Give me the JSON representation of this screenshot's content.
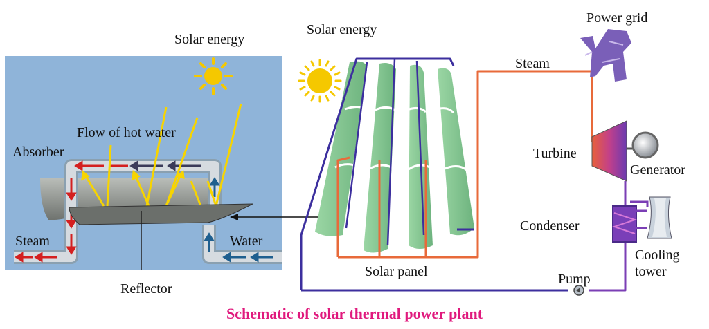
{
  "labels": {
    "solar_energy_left": "Solar energy",
    "solar_energy_right": "Solar energy",
    "flow_of_hot_water": "Flow of hot water",
    "absorber": "Absorber",
    "steam_left": "Steam",
    "water": "Water",
    "reflector": "Reflector",
    "solar_panel": "Solar panel",
    "steam_right": "Steam",
    "power_grid": "Power grid",
    "turbine": "Turbine",
    "generator": "Generator",
    "condenser": "Condenser",
    "cooling_tower": "Cooling\ntower",
    "pump": "Pump"
  },
  "caption": "Schematic of solar thermal power plant",
  "colors": {
    "panel_background": "#8fb4d9",
    "sun": "#f5c800",
    "sun_rays": "#f7d400",
    "steam_arrows": "#d42020",
    "water_arrows": "#1f5f8f",
    "pipe_fill": "#d6dbe0",
    "loop_outer": "#3c2f9e",
    "steam_pipe": "#e86a3a",
    "collector_green": "#8fcf9a",
    "caption": "#e0197d"
  }
}
